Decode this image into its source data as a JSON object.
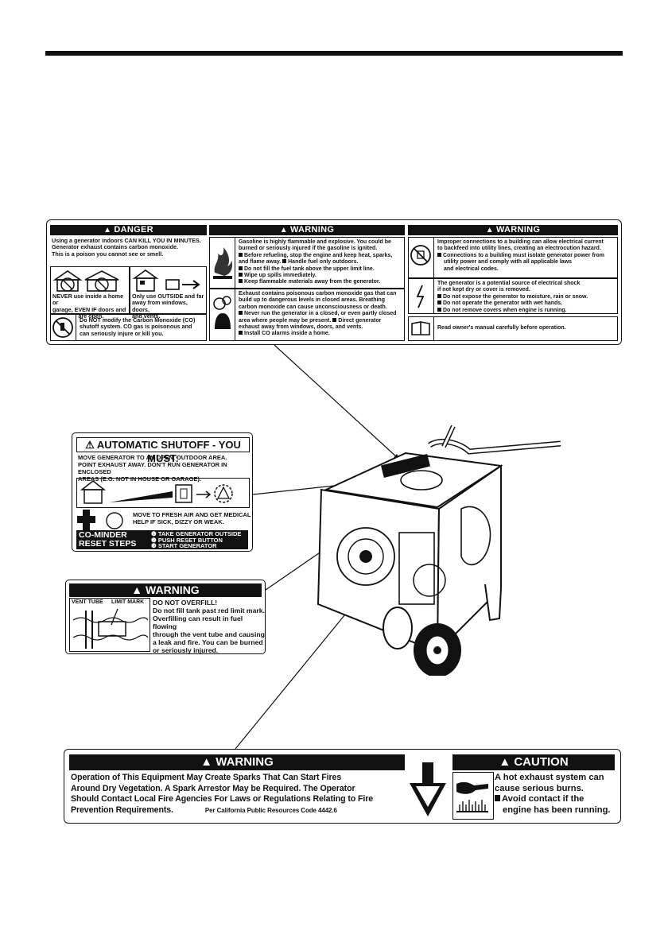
{
  "danger": {
    "header": "DANGER",
    "intro": [
      "Using a generator indoors CAN KILL YOU IN MINUTES.",
      "Generator exhaust contains carbon monoxide.",
      "This is a poison you cannot see or smell."
    ],
    "never": [
      "NEVER use inside a home or",
      "garage, EVEN IF doors and",
      "windows are open."
    ],
    "only": [
      "Only use OUTSIDE and far",
      "away from windows, doors,",
      "and vents."
    ],
    "modify": [
      "Do NOT modify the Carbon Monoxide (CO)",
      "shutoff system.  CO gas is poisonous and",
      "can seriously injure or kill you."
    ]
  },
  "warning1": {
    "header": "WARNING",
    "fuel": [
      "Gasoline is highly flammable and explosive. You could be",
      "burned or seriously injured if the gasoline is ignited.",
      "Before refueling, stop the engine and keep heat, sparks,",
      "and flame away.  ",
      "Handle fuel only outdoors.",
      "Do not fill the fuel tank above the upper limit line.",
      "Wipe up spills immediately.",
      "Keep flammable materials away from the generator."
    ],
    "exhaust": [
      "Exhaust contains poisonous carbon monoxide gas that can",
      "build up to dangerous levels in closed areas. Breathing",
      "carbon monoxide can cause unconsciousness or death.",
      "Never run the generator in a closed, or even  partly closed",
      "area where people may be present.  ",
      "Direct generator",
      "exhaust away from windows,  doors, and vents.",
      "Install CO alarms inside a home."
    ]
  },
  "warning2": {
    "header": "WARNING",
    "connect": [
      "Improper connections to a building can allow electrical current",
      "to backfeed into utility lines, creating an electrocution hazard.",
      "Connections to a building must isolate generator power from",
      "utility power and comply with all applicable laws",
      "and electrical codes."
    ],
    "shock": [
      "The generator is a potential source of electrical shock",
      "if not kept dry or cover is removed.",
      "Do not expose the generator to moisture, rain or snow.",
      "Do not operate the generator with wet hands.",
      "Do not remove covers when engine is running."
    ],
    "manual": "Read owner's manual carefully before operation."
  },
  "shutoff": {
    "header": "AUTOMATIC SHUTOFF - YOU MUST:",
    "lines": [
      "MOVE GENERATOR TO AN OPEN, OUTDOOR AREA.",
      "POINT EXHAUST AWAY. DON'T RUN GENERATOR IN ENCLOSED",
      "AREAS (E.G. NOT IN HOUSE OR GARAGE)."
    ],
    "air": [
      "MOVE TO FRESH AIR AND GET MEDICAL",
      "HELP IF SICK, DIZZY OR WEAK."
    ],
    "reset_title": [
      "CO-MINDER",
      "RESET STEPS"
    ],
    "steps": [
      "TAKE GENERATOR OUTSIDE",
      "PUSH RESET BUTTON",
      "START GENERATOR"
    ]
  },
  "overfill": {
    "header": "WARNING",
    "vent": "VENT TUBE",
    "limit": "LIMIT MARK",
    "title": "DO NOT OVERFILL!",
    "lines": [
      "Do not fill tank past red limit mark.",
      "Overfilling can result in fuel flowing",
      "through the vent tube and causing",
      "a leak and fire. You can be burned",
      "or seriously injured."
    ]
  },
  "sparks": {
    "header": "WARNING",
    "lines": [
      "Operation of This Equipment May Create Sparks That Can Start Fires",
      "Around Dry Vegetation. A Spark Arrestor May be Required. The Operator",
      "Should Contact Local Fire Agencies For Laws or Regulations Relating to Fire",
      "Prevention Requirements."
    ],
    "code": "Per  California  Public  Resources  Code  4442.6"
  },
  "caution": {
    "header": "CAUTION",
    "lines": [
      "A hot exhaust system can",
      "cause serious burns."
    ],
    "bullet": [
      "Avoid contact if the",
      "engine has been running."
    ]
  }
}
